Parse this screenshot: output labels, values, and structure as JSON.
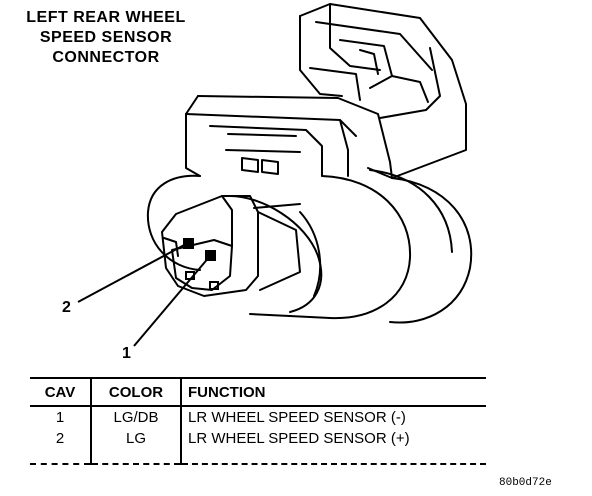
{
  "title": {
    "lines": [
      "LEFT REAR WHEEL",
      "SPEED SENSOR",
      "CONNECTOR"
    ]
  },
  "callouts": {
    "pin2": "2",
    "pin1": "1"
  },
  "table": {
    "headers": [
      "CAV",
      "COLOR",
      "FUNCTION"
    ],
    "rows": [
      {
        "cav": "1",
        "color": "LG/DB",
        "function": "LR WHEEL SPEED SENSOR (-)"
      },
      {
        "cav": "2",
        "color": "LG",
        "function": "LR WHEEL SPEED SENSOR (+)"
      }
    ]
  },
  "figure_id": "80b0d72e"
}
